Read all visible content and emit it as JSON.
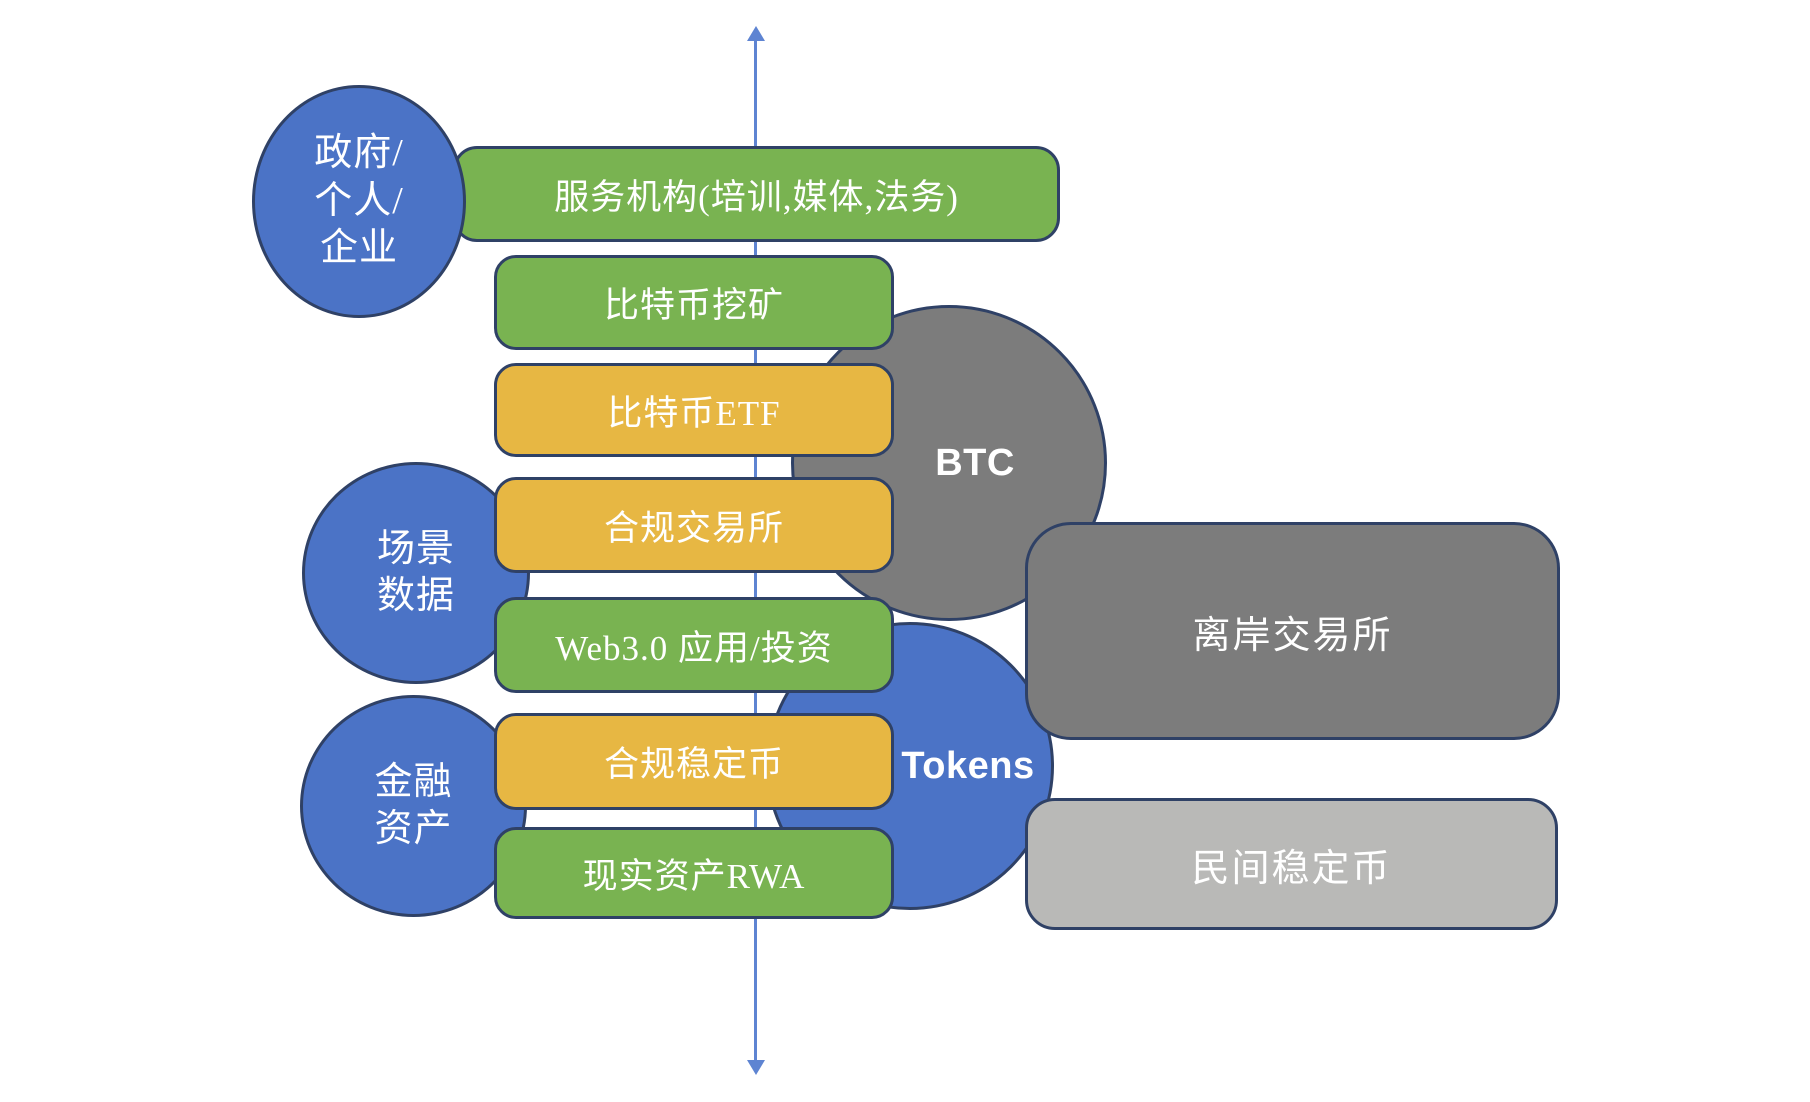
{
  "colors": {
    "blue_fill": "#4B73C6",
    "green_fill": "#79B351",
    "yellow_fill": "#E7B743",
    "dark_gray_fill": "#7C7C7C",
    "light_gray_fill": "#B9B9B7",
    "border_navy": "#2F4166",
    "axis_arrow_blue": "#5E84D2",
    "label_text": "#FFFFFF"
  },
  "axis": {
    "type": "vertical-double-headed-arrow"
  },
  "left_circles": [
    {
      "label": "政府/\n个人/\n企业",
      "color": "blue"
    },
    {
      "label": "场景\n数据",
      "color": "blue"
    },
    {
      "label": "金融\n资产",
      "color": "blue"
    }
  ],
  "pipeline_boxes": [
    {
      "label": "服务机构(培训,媒体,法务)",
      "color": "green"
    },
    {
      "label": "比特币挖矿",
      "color": "green"
    },
    {
      "label": "比特币ETF",
      "color": "yellow"
    },
    {
      "label": "合规交易所",
      "color": "yellow"
    },
    {
      "label": "Web3.0 应用/投资",
      "color": "green"
    },
    {
      "label": "合规稳定币",
      "color": "yellow"
    },
    {
      "label": "现实资产RWA",
      "color": "green"
    }
  ],
  "asset_circles": [
    {
      "label": "BTC",
      "color": "gray"
    },
    {
      "label": "Tokens",
      "color": "blue"
    }
  ],
  "right_boxes": [
    {
      "label": "离岸交易所",
      "color": "dark-gray"
    },
    {
      "label": "民间稳定币",
      "color": "light-gray"
    }
  ]
}
